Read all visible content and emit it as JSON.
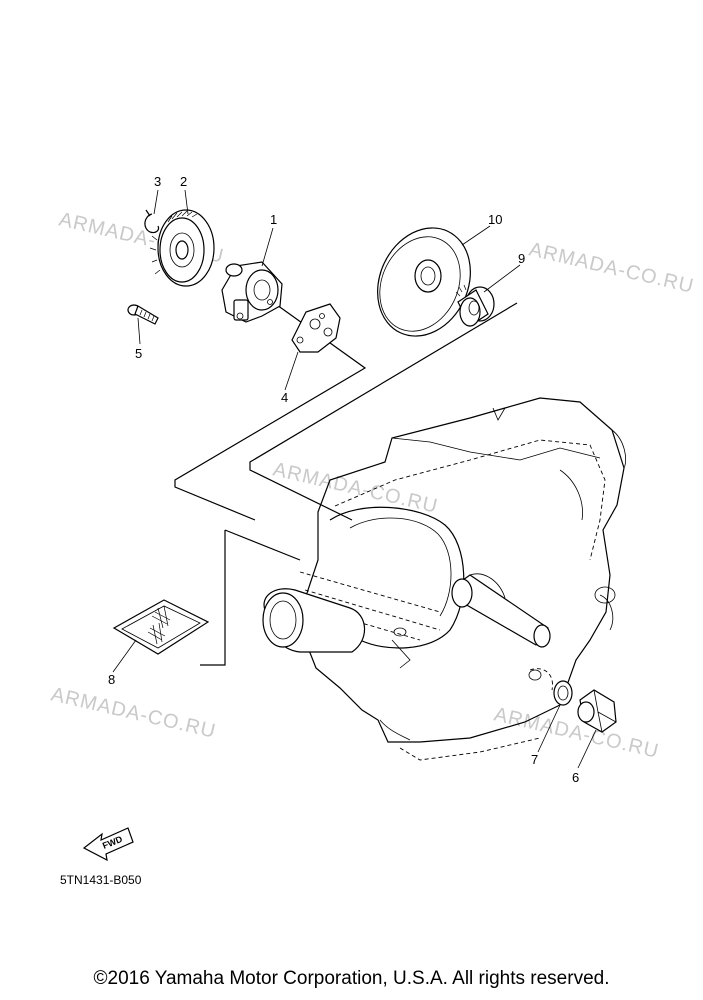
{
  "watermark": "ARMADA-CO.RU",
  "callouts": {
    "n1": "1",
    "n2": "2",
    "n3": "3",
    "n4": "4",
    "n5": "5",
    "n6": "6",
    "n7": "7",
    "n8": "8",
    "n9": "9",
    "n10": "10"
  },
  "fwd_label": "FWD",
  "diagram_code": "5TN1431-B050",
  "copyright": "©2016 Yamaha Motor Corporation, U.S.A. All rights reserved."
}
